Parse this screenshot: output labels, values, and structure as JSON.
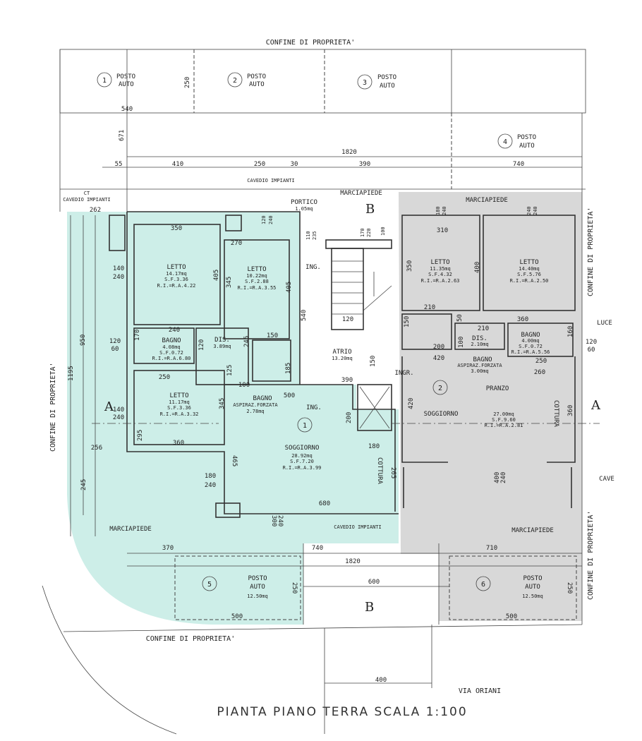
{
  "title": "PIANTA PIANO TERRA SCALA 1:100",
  "street": "VIA ORIANI",
  "colors": {
    "unit1": "#cdeee8",
    "unit2": "#d8d8d8",
    "lines": "#333333"
  },
  "boundary": {
    "top": "CONFINE DI PROPRIETA'",
    "left": "CONFINE DI PROPRIETA'",
    "right_top": "CONFINE DI PROPRIETA'",
    "right_bottom": "CONFINE DI PROPRIETA'",
    "bottom": "CONFINE DI PROPRIETA'"
  },
  "parking": [
    {
      "num": "1",
      "l1": "POSTO",
      "l2": "AUTO"
    },
    {
      "num": "2",
      "l1": "POSTO",
      "l2": "AUTO"
    },
    {
      "num": "3",
      "l1": "POSTO",
      "l2": "AUTO"
    },
    {
      "num": "4",
      "l1": "POSTO",
      "l2": "AUTO"
    },
    {
      "num": "5",
      "l1": "POSTO",
      "l2": "AUTO",
      "area": "12.50mq"
    },
    {
      "num": "6",
      "l1": "POSTO",
      "l2": "AUTO",
      "area": "12.50mq"
    }
  ],
  "common": {
    "marciapiede": "MARCIAPIEDE",
    "portico": "PORTICO",
    "portico_area": "1.05mq",
    "ct": "CT",
    "cavedio": "CAVEDIO IMPIANTI",
    "ing": "ING.",
    "atrio": "ATRIO",
    "atrio_area": "13.20mq",
    "ingr": "INGR.",
    "luce": "LUCE",
    "cave": "CAVE"
  },
  "sections": {
    "a": "A",
    "b": "B"
  },
  "units": [
    {
      "num": "1",
      "rooms": [
        {
          "name": "LETTO",
          "area": "14.17mq",
          "sf": "S.F.3.36",
          "ri": "R.I.=R.A.4.22"
        },
        {
          "name": "LETTO",
          "area": "10.22mq",
          "sf": "S.F.2.88",
          "ri": "R.I.=R.A.3.55"
        },
        {
          "name": "BAGNO",
          "area": "4.08mq",
          "sf": "S.F.0.72",
          "ri": "R.I.=R.A.6.80"
        },
        {
          "name": "DIS.",
          "area": "3.89mq"
        },
        {
          "name": "BAGNO",
          "sub": "ASPIRAZ.FORZATA",
          "area": "2.78mq"
        },
        {
          "name": "LETTO",
          "area": "11.17mq",
          "sf": "S.F.3.36",
          "ri": "R.I.=R.A.3.32"
        },
        {
          "name": "SOGGIORNO",
          "area": "28.92mq",
          "sf": "S.F.7.20",
          "ri": "R.I.=R.A.3.99"
        },
        {
          "name": "COTTURA"
        }
      ]
    },
    {
      "num": "2",
      "rooms": [
        {
          "name": "LETTO",
          "area": "11.35mq",
          "sf": "S.F.4.32",
          "ri": "R.I.=R.A.2.63"
        },
        {
          "name": "LETTO",
          "area": "14.40mq",
          "sf": "S.F.5.76",
          "ri": "R.I.=R.A.2.50"
        },
        {
          "name": "BAGNO",
          "sub": "ASPIRAZ.FORZATA",
          "area": "3.00mq"
        },
        {
          "name": "DIS.",
          "area": "2.10mq"
        },
        {
          "name": "BAGNO",
          "area": "4.00mq",
          "sf": "S.F.0.72",
          "ri": "R.I.=R.A.5.56"
        },
        {
          "name": "PRANZO"
        },
        {
          "name": "SOGGIORNO",
          "area": "27.00mq",
          "sf": "S.F.9.60",
          "ri": "R.I.=R.A.2.81"
        },
        {
          "name": "COTTURA"
        }
      ]
    }
  ],
  "dims": [
    "250",
    "540",
    "671",
    "1820",
    "55",
    "410",
    "250",
    "30",
    "390",
    "740",
    "262",
    "350",
    "120",
    "240",
    "110",
    "235",
    "170",
    "220",
    "100",
    "180",
    "240",
    "240",
    "240",
    "310",
    "270",
    "140",
    "240",
    "405",
    "345",
    "405",
    "540",
    "350",
    "400",
    "210",
    "360",
    "150",
    "50",
    "120",
    "150",
    "240",
    "170",
    "120",
    "60",
    "120",
    "245",
    "210",
    "160",
    "120",
    "60",
    "200",
    "100",
    "420",
    "250",
    "260",
    "250",
    "125",
    "185",
    "100",
    "500",
    "390",
    "150",
    "295",
    "140",
    "240",
    "345",
    "420",
    "360",
    "200",
    "950",
    "1195",
    "360",
    "256",
    "465",
    "180",
    "265",
    "180",
    "240",
    "245",
    "400",
    "240",
    "680",
    "300",
    "240",
    "370",
    "740",
    "710",
    "1820",
    "600",
    "250",
    "250",
    "500",
    "500",
    "400"
  ]
}
